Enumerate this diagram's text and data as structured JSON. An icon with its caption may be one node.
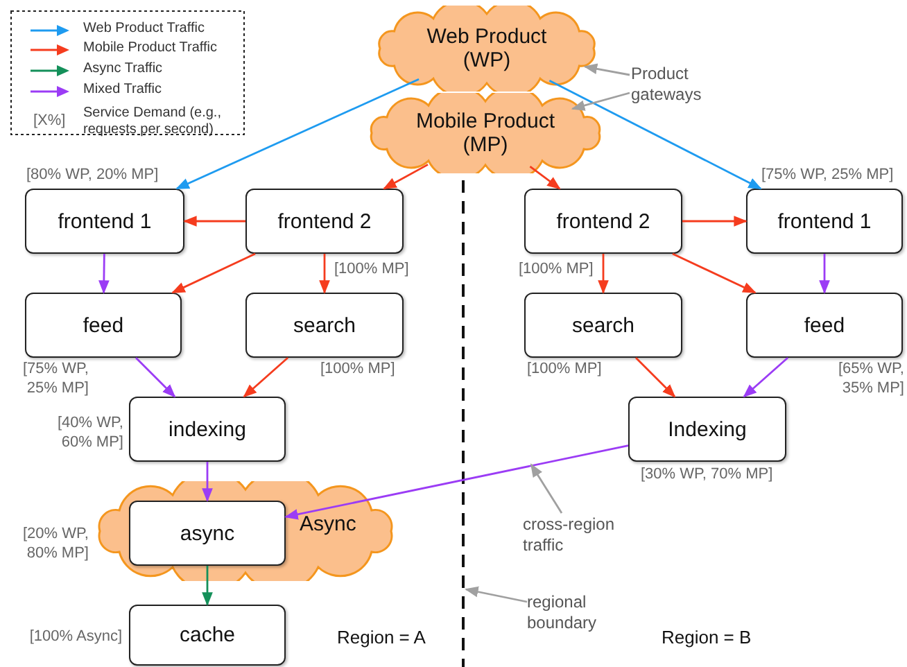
{
  "diagram": {
    "nodes": [
      {
        "text": [
          "Web Product (WP)"
        ]
      },
      {
        "text": [
          "Mobile Product (MP)"
        ]
      },
      {
        "text": [
          "Product gateways"
        ]
      },
      {
        "text": [
          "frontend 1"
        ],
        "beside": [
          "[80% WP, 20% MP]"
        ]
      },
      {
        "text": [
          "frontend 2"
        ]
      },
      {
        "text": [
          "frontend 2"
        ]
      },
      {
        "text": [
          "frontend 1"
        ],
        "beside": [
          "[75% WP, 25% MP]"
        ]
      },
      {
        "text": [
          "feed"
        ],
        "beside": [
          "[75% WP, 25% MP]"
        ]
      },
      {
        "text": [
          "search"
        ],
        "beside": [
          "[100% MP]",
          "[100% MP]"
        ]
      },
      {
        "text": [
          "search"
        ],
        "beside": [
          "[100% MP]",
          "[100% MP]"
        ]
      },
      {
        "text": [
          "feed"
        ],
        "beside": [
          "[65% WP, 35% MP]"
        ]
      },
      {
        "text": [
          "indexing"
        ],
        "beside": [
          "[40% WP, 60% MP]"
        ]
      },
      {
        "text": [
          "Indexing"
        ],
        "beside": [
          "[30% WP, 70% MP]"
        ]
      },
      {
        "text": [
          "Async"
        ]
      },
      {
        "text": [
          "async"
        ],
        "in": 13,
        "beside": [
          "[20% WP, 80% MP]"
        ]
      },
      {
        "text": [
          "cache"
        ],
        "beside": [
          "[100% Async]"
        ]
      },
      {
        "text": [
          "cross-region traffic"
        ]
      },
      {
        "text": [
          "regional boundary"
        ]
      }
    ],
    "edges": [
      {
        "from": 0,
        "to": 3,
        "arrow": "to",
        "color": "#1e9bf0"
      },
      {
        "from": 0,
        "to": 6,
        "arrow": "to",
        "color": "#1e9bf0"
      },
      {
        "from": 1,
        "to": 4,
        "arrow": "to"
      },
      {
        "from": 1,
        "to": 5,
        "arrow": "to"
      },
      {
        "from": 2,
        "to": 0,
        "arrow": "to",
        "color": "#a0a0a0"
      },
      {
        "from": 2,
        "to": 1,
        "arrow": "to",
        "color": "#a0a0a0"
      },
      {
        "from": 4,
        "to": 3,
        "arrow": "to"
      },
      {
        "from": 4,
        "to": 7,
        "arrow": "to"
      },
      {
        "from": 4,
        "to": 8,
        "arrow": "to"
      },
      {
        "from": 5,
        "to": 6,
        "arrow": "to"
      },
      {
        "from": 5,
        "to": 9,
        "arrow": "to"
      },
      {
        "from": 5,
        "to": 10,
        "arrow": "to"
      },
      {
        "from": 3,
        "to": 7,
        "arrow": "to",
        "color": "#9b3cf5"
      },
      {
        "from": 6,
        "to": 10,
        "arrow": "to",
        "color": "#9b3cf5"
      },
      {
        "from": 7,
        "to": 11,
        "arrow": "to",
        "color": "#9b3cf5"
      },
      {
        "from": 8,
        "to": 11,
        "arrow": "to"
      },
      {
        "from": 9,
        "to": 12,
        "arrow": "to"
      },
      {
        "from": 10,
        "to": 12,
        "arrow": "to",
        "color": "#9b3cf5"
      },
      {
        "from": 11,
        "to": 14,
        "arrow": "to",
        "color": "#9b3cf5"
      },
      {
        "from": 12,
        "to": 14,
        "arrow": "to",
        "color": "#9b3cf5"
      },
      {
        "from": 14,
        "to": 15,
        "arrow": "to",
        "color": "#14905a"
      },
      {
        "from": 16,
        "to": null,
        "arrow": "to",
        "color": "#a0a0a0"
      },
      {
        "from": 17,
        "to": null,
        "arrow": "to",
        "color": "#a0a0a0"
      }
    ],
    "labels": [
      "[X%]",
      "Region = A",
      "Region = B"
    ],
    "legend": [
      {
        "text": "Web Product Traffic",
        "color": "#1e9bf0"
      },
      {
        "text": "Mobile Product Traffic",
        "color": "#f53c1e"
      },
      {
        "text": "Async Traffic",
        "color": "#14905a"
      },
      {
        "text": "Mixed Traffic",
        "color": "#9b3cf5"
      },
      {
        "text": "Service Demand (e.g., requests per second)"
      }
    ]
  }
}
